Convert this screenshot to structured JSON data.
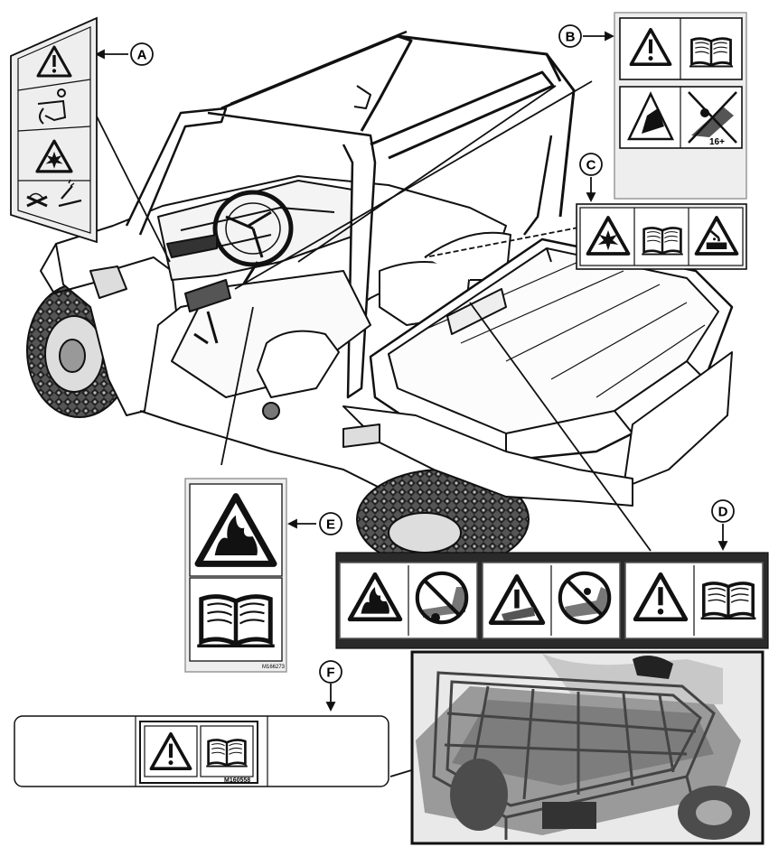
{
  "callouts": {
    "a": "A",
    "b": "B",
    "c": "C",
    "d": "D",
    "e": "E",
    "f": "F"
  },
  "part_numbers": {
    "e_label": "M166273",
    "f_label": "M160558"
  },
  "labels": {
    "b_age_text": "16+"
  },
  "colors": {
    "ink": "#111111",
    "label_panel": "#eeeeee",
    "label_d_band": "#2a2a2a",
    "photo_gray": "#8c8c8c"
  },
  "icons": {
    "label_a": [
      "warning-triangle-icon",
      "fuel-cap-icon",
      "explosion-hazard-icon",
      "no-spark-icon"
    ],
    "label_b": [
      "warning-triangle-icon",
      "operator-manual-icon",
      "rollover-hazard-icon",
      "no-passenger-icon"
    ],
    "label_c": [
      "explosion-hazard-icon",
      "operator-manual-icon",
      "battery-acid-icon"
    ],
    "label_d": [
      "fire-hazard-icon",
      "no-towing-icon",
      "cargo-hazard-icon",
      "no-riding-icon",
      "warning-triangle-icon",
      "operator-manual-icon"
    ],
    "label_e": [
      "fire-hazard-icon",
      "operator-manual-icon"
    ],
    "label_f": [
      "warning-triangle-icon",
      "operator-manual-icon"
    ]
  }
}
